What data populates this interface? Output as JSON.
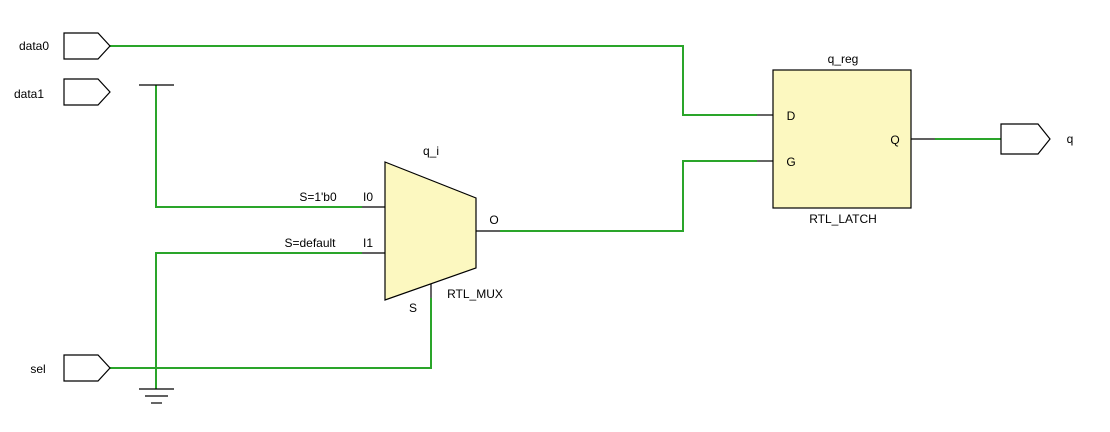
{
  "colors": {
    "wire": "#2aa52a",
    "cell_fill": "#fcf8c0",
    "outline": "#000000",
    "background": "#ffffff"
  },
  "ports": {
    "data0": "data0",
    "data1": "data1",
    "sel": "sel",
    "q": "q"
  },
  "mux": {
    "instance": "q_i",
    "type": "RTL_MUX",
    "pin_i0": "I0",
    "pin_i1": "I1",
    "pin_o": "O",
    "pin_s": "S",
    "cond_i0": "S=1'b0",
    "cond_i1": "S=default"
  },
  "latch": {
    "instance": "q_reg",
    "type": "RTL_LATCH",
    "pin_d": "D",
    "pin_g": "G",
    "pin_q": "Q"
  }
}
